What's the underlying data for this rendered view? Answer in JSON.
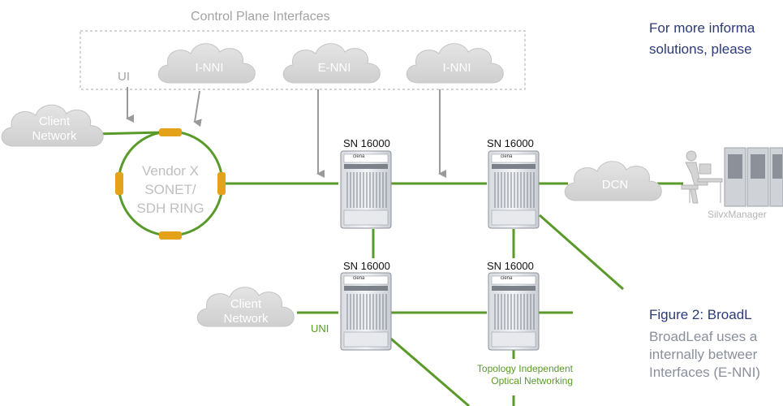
{
  "diagram": {
    "control_plane_title": "Control Plane Interfaces",
    "uni_top": "UI",
    "clouds": {
      "inni_left": "I-NNI",
      "enni": "E-NNI",
      "inni_right": "I-NNI",
      "client_top": [
        "Client",
        "Network"
      ],
      "client_bottom": [
        "Client",
        "Network"
      ],
      "dcn": "DCN"
    },
    "ring": [
      "Vendor X",
      "SONET/",
      "SDH RING"
    ],
    "switch_label": "SN 16000",
    "switch_logo": "ciena",
    "uni_bottom": "UNI",
    "topology": [
      "Topology Independent",
      "Optical Networking"
    ],
    "silvx": "SilvxManager"
  },
  "text": {
    "intro_line1": "For more informa",
    "intro_line2": "solutions, please",
    "figure_title": "Figure 2: BroadL",
    "figure_body": [
      "BroadLeaf uses a",
      "internally betweer",
      "Interfaces (E-NNI)"
    ]
  },
  "colors": {
    "green": "#5a9a2a",
    "grey_arrow": "#9a9a9a",
    "cloud": "#d8d8d8",
    "ring_port": "#e3a21a",
    "navy": "#2d3a78"
  }
}
